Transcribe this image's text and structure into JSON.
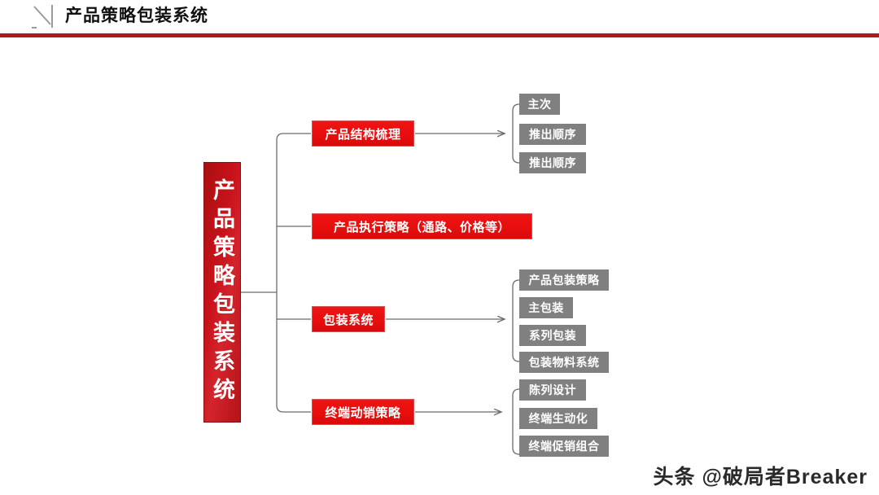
{
  "header": {
    "title": "产品策略包装系统",
    "icon": "diagonal-slash-icon",
    "rule_color": "#B01A1A"
  },
  "colors": {
    "root_red": "#C00000",
    "branch_red": "#EE1111",
    "leaf_gray": "#808080",
    "connector": "#6b6b6b",
    "text_light": "#ffffff"
  },
  "diagram": {
    "type": "tree",
    "root": {
      "label": "产品策略包装系统",
      "orientation": "vertical"
    },
    "branches": [
      {
        "label": "产品结构梳理",
        "leaves": [
          {
            "label": "主次"
          },
          {
            "label": "推出顺序"
          },
          {
            "label": "推出顺序"
          }
        ]
      },
      {
        "label": "产品执行策略（通路、价格等）",
        "leaves": []
      },
      {
        "label": "包装系统",
        "leaves": [
          {
            "label": "产品包装策略"
          },
          {
            "label": "主包装"
          },
          {
            "label": "系列包装"
          },
          {
            "label": "包装物料系统"
          }
        ]
      },
      {
        "label": "终端动销策略",
        "leaves": [
          {
            "label": "陈列设计"
          },
          {
            "label": "终端生动化"
          },
          {
            "label": "终端促销组合"
          }
        ]
      }
    ]
  },
  "watermark": {
    "text": "头条 @破局者Breaker"
  }
}
